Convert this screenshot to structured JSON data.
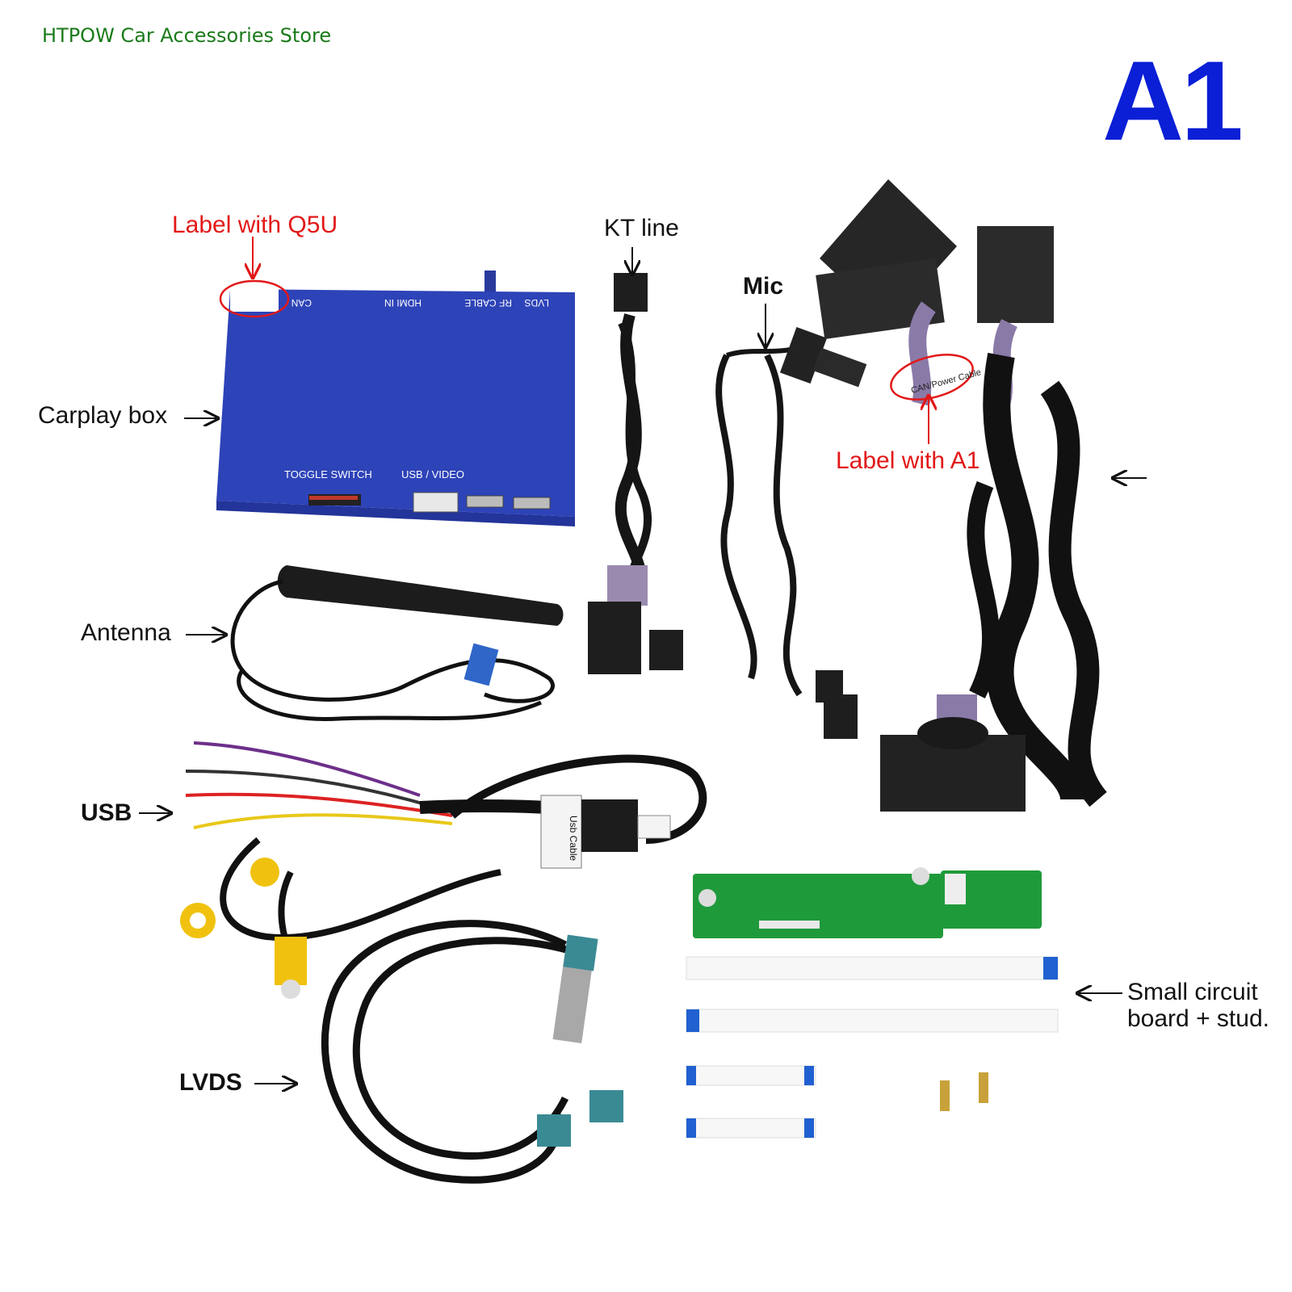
{
  "store_name": "HTPOW Car Accessories Store",
  "badge": "A1",
  "labels": {
    "label_q5u": "Label with Q5U",
    "kt_line": "KT line",
    "mic": "Mic",
    "carplay_box": "Carplay box",
    "label_a1": "Label with A1",
    "antenna": "Antenna",
    "usb": "USB",
    "lvds": "LVDS",
    "small_circuit_line1": "Small circuit",
    "small_circuit_line2": "board + stud."
  },
  "box_panel": {
    "can": "CAN",
    "hdmi_in": "HDMI IN",
    "rf_cable": "RF CABLE",
    "lvds": "LVDS",
    "toggle_switch": "TOGGLE  SWITCH",
    "usb_video": "USB / VIDEO"
  },
  "tags": {
    "usb_cable": "Usb Cable",
    "can_power": "CAN/Power Cable"
  },
  "colors": {
    "box_blue": "#2b3fb0",
    "label_red": "#e21818",
    "badge_blue": "#0a1fd6",
    "store_green": "#1a7a1a",
    "pcb_green": "#1f9a3a"
  }
}
